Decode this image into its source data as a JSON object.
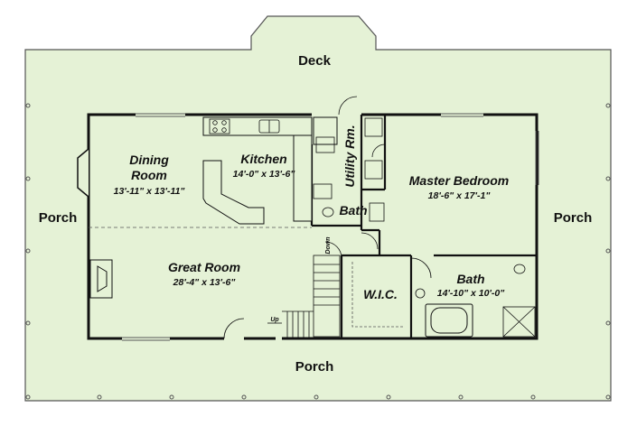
{
  "colors": {
    "background": "#ffffff",
    "deck_fill": "#e5f2d6",
    "floor_fill": "#e5f2d6",
    "wall": "#111111",
    "outline": "#555555"
  },
  "labels": {
    "deck": "Deck",
    "porch_left": "Porch",
    "porch_right": "Porch",
    "porch_bottom": "Porch"
  },
  "rooms": {
    "dining": {
      "name_line1": "Dining",
      "name_line2": "Room",
      "dimensions": "13'-11\" x 13'-11\""
    },
    "kitchen": {
      "name": "Kitchen",
      "dimensions": "14'-0\" x 13'-6\""
    },
    "utility": {
      "name": "Utility Rm."
    },
    "master_bedroom": {
      "name": "Master Bedroom",
      "dimensions": "18'-6\" x 17'-1\""
    },
    "bath_small": {
      "name": "Bath"
    },
    "great_room": {
      "name": "Great Room",
      "dimensions": "28'-4\" x 13'-6\""
    },
    "wic": {
      "name": "W.I.C."
    },
    "master_bath": {
      "name": "Bath",
      "dimensions": "14'-10\" x 10'-0\""
    }
  },
  "stairs": {
    "up_label": "Up",
    "down_label": "Down"
  },
  "icons": [
    "fireplace-icon",
    "bay-window-icon",
    "bathtub-icon",
    "shower-icon",
    "toilet-icon",
    "sink-icon",
    "stove-icon",
    "refrigerator-icon",
    "washer-icon",
    "dryer-icon",
    "door-swing-icon"
  ]
}
